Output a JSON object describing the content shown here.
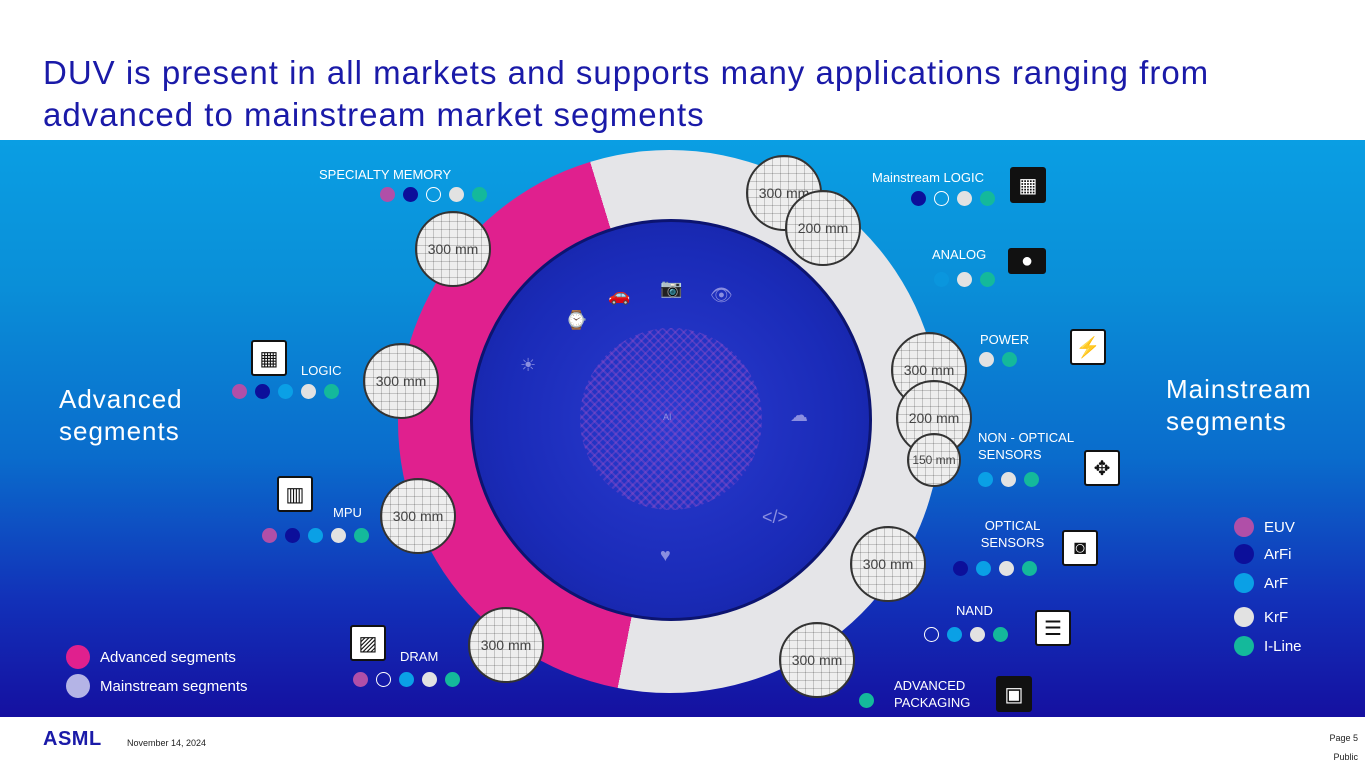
{
  "title": "DUV is present in all markets and supports many applications ranging from advanced to mainstream market segments",
  "left_heading": "Advanced segments",
  "right_heading": "Mainstream segments",
  "wafer_labels": {
    "w300": "300 mm",
    "w200": "200 mm",
    "w150": "150 mm"
  },
  "segments": {
    "specialty_memory": "SPECIALTY MEMORY",
    "logic": "LOGIC",
    "mpu": "MPU",
    "dram": "DRAM",
    "mainstream_logic": "Mainstream LOGIC",
    "analog": "ANALOG",
    "power": "POWER",
    "non_optical_sensors": "NON - OPTICAL SENSORS",
    "optical_sensors": "OPTICAL SENSORS",
    "nand": "NAND",
    "advanced_packaging": "ADVANCED PACKAGING"
  },
  "technology_legend": [
    {
      "label": "EUV",
      "color": "#b04fa8"
    },
    {
      "label": "ArFi",
      "color": "#0c0f9a"
    },
    {
      "label": "ArF",
      "color": "#0aa0e6"
    },
    {
      "label": "KrF",
      "color": "#e2e2e2"
    },
    {
      "label": "I-Line",
      "color": "#14b99b"
    }
  ],
  "segment_legend": [
    {
      "label": "Advanced segments",
      "color": "#e0208e"
    },
    {
      "label": "Mainstream segments",
      "color": "#b4b4e6"
    }
  ],
  "center_label": "AI",
  "footer": {
    "logo": "ASML",
    "date": "November 14, 2024",
    "page": "Page 5",
    "classification": "Public"
  }
}
